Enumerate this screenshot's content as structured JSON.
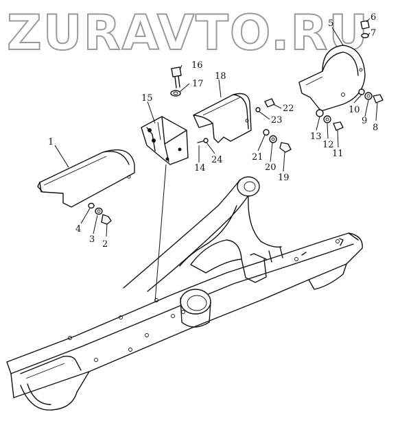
{
  "watermark": {
    "text": "ZURAVTO.RU"
  },
  "callouts": [
    {
      "id": "1",
      "label": "1"
    },
    {
      "id": "2",
      "label": "2"
    },
    {
      "id": "3",
      "label": "3"
    },
    {
      "id": "4",
      "label": "4"
    },
    {
      "id": "5",
      "label": "5"
    },
    {
      "id": "6",
      "label": "6"
    },
    {
      "id": "7",
      "label": "7"
    },
    {
      "id": "8",
      "label": "8"
    },
    {
      "id": "9",
      "label": "9"
    },
    {
      "id": "10",
      "label": "10"
    },
    {
      "id": "11",
      "label": "11"
    },
    {
      "id": "12",
      "label": "12"
    },
    {
      "id": "13",
      "label": "13"
    },
    {
      "id": "14",
      "label": "14"
    },
    {
      "id": "15",
      "label": "15"
    },
    {
      "id": "16",
      "label": "16"
    },
    {
      "id": "17",
      "label": "17"
    },
    {
      "id": "18",
      "label": "18"
    },
    {
      "id": "19",
      "label": "19"
    },
    {
      "id": "20",
      "label": "20"
    },
    {
      "id": "21",
      "label": "21"
    },
    {
      "id": "22",
      "label": "22"
    },
    {
      "id": "23",
      "label": "23"
    },
    {
      "id": "24",
      "label": "24"
    }
  ]
}
